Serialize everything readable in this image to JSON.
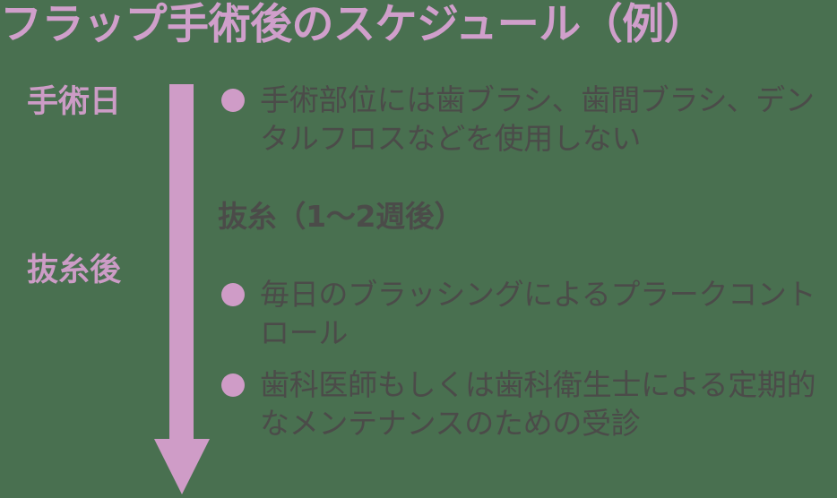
{
  "title": "フラップ手術後のスケジュール（例）",
  "colors": {
    "background": "#497050",
    "accent_pink": "#cf9cc7",
    "title_pink": "#d09fcb",
    "body_text": "#4b4b49"
  },
  "timeline": {
    "arrow_icon": "down-arrow-icon",
    "stages": [
      {
        "label": "手術日"
      },
      {
        "label": "抜糸後"
      }
    ]
  },
  "content": {
    "items": [
      {
        "kind": "bullet",
        "bullet_icon": "filled-circle-bullet-icon",
        "text": "手術部位には歯ブラシ、歯間ブラシ、デンタルフロスなどを使用しない"
      },
      {
        "kind": "heading",
        "text": "抜糸（1〜2週後）"
      },
      {
        "kind": "bullet",
        "bullet_icon": "filled-circle-bullet-icon",
        "text": "毎日のブラッシングによるプラークコントロール"
      },
      {
        "kind": "bullet",
        "bullet_icon": "filled-circle-bullet-icon",
        "text": "歯科医師もしくは歯科衛生士による定期的なメンテナンスのための受診"
      }
    ]
  }
}
